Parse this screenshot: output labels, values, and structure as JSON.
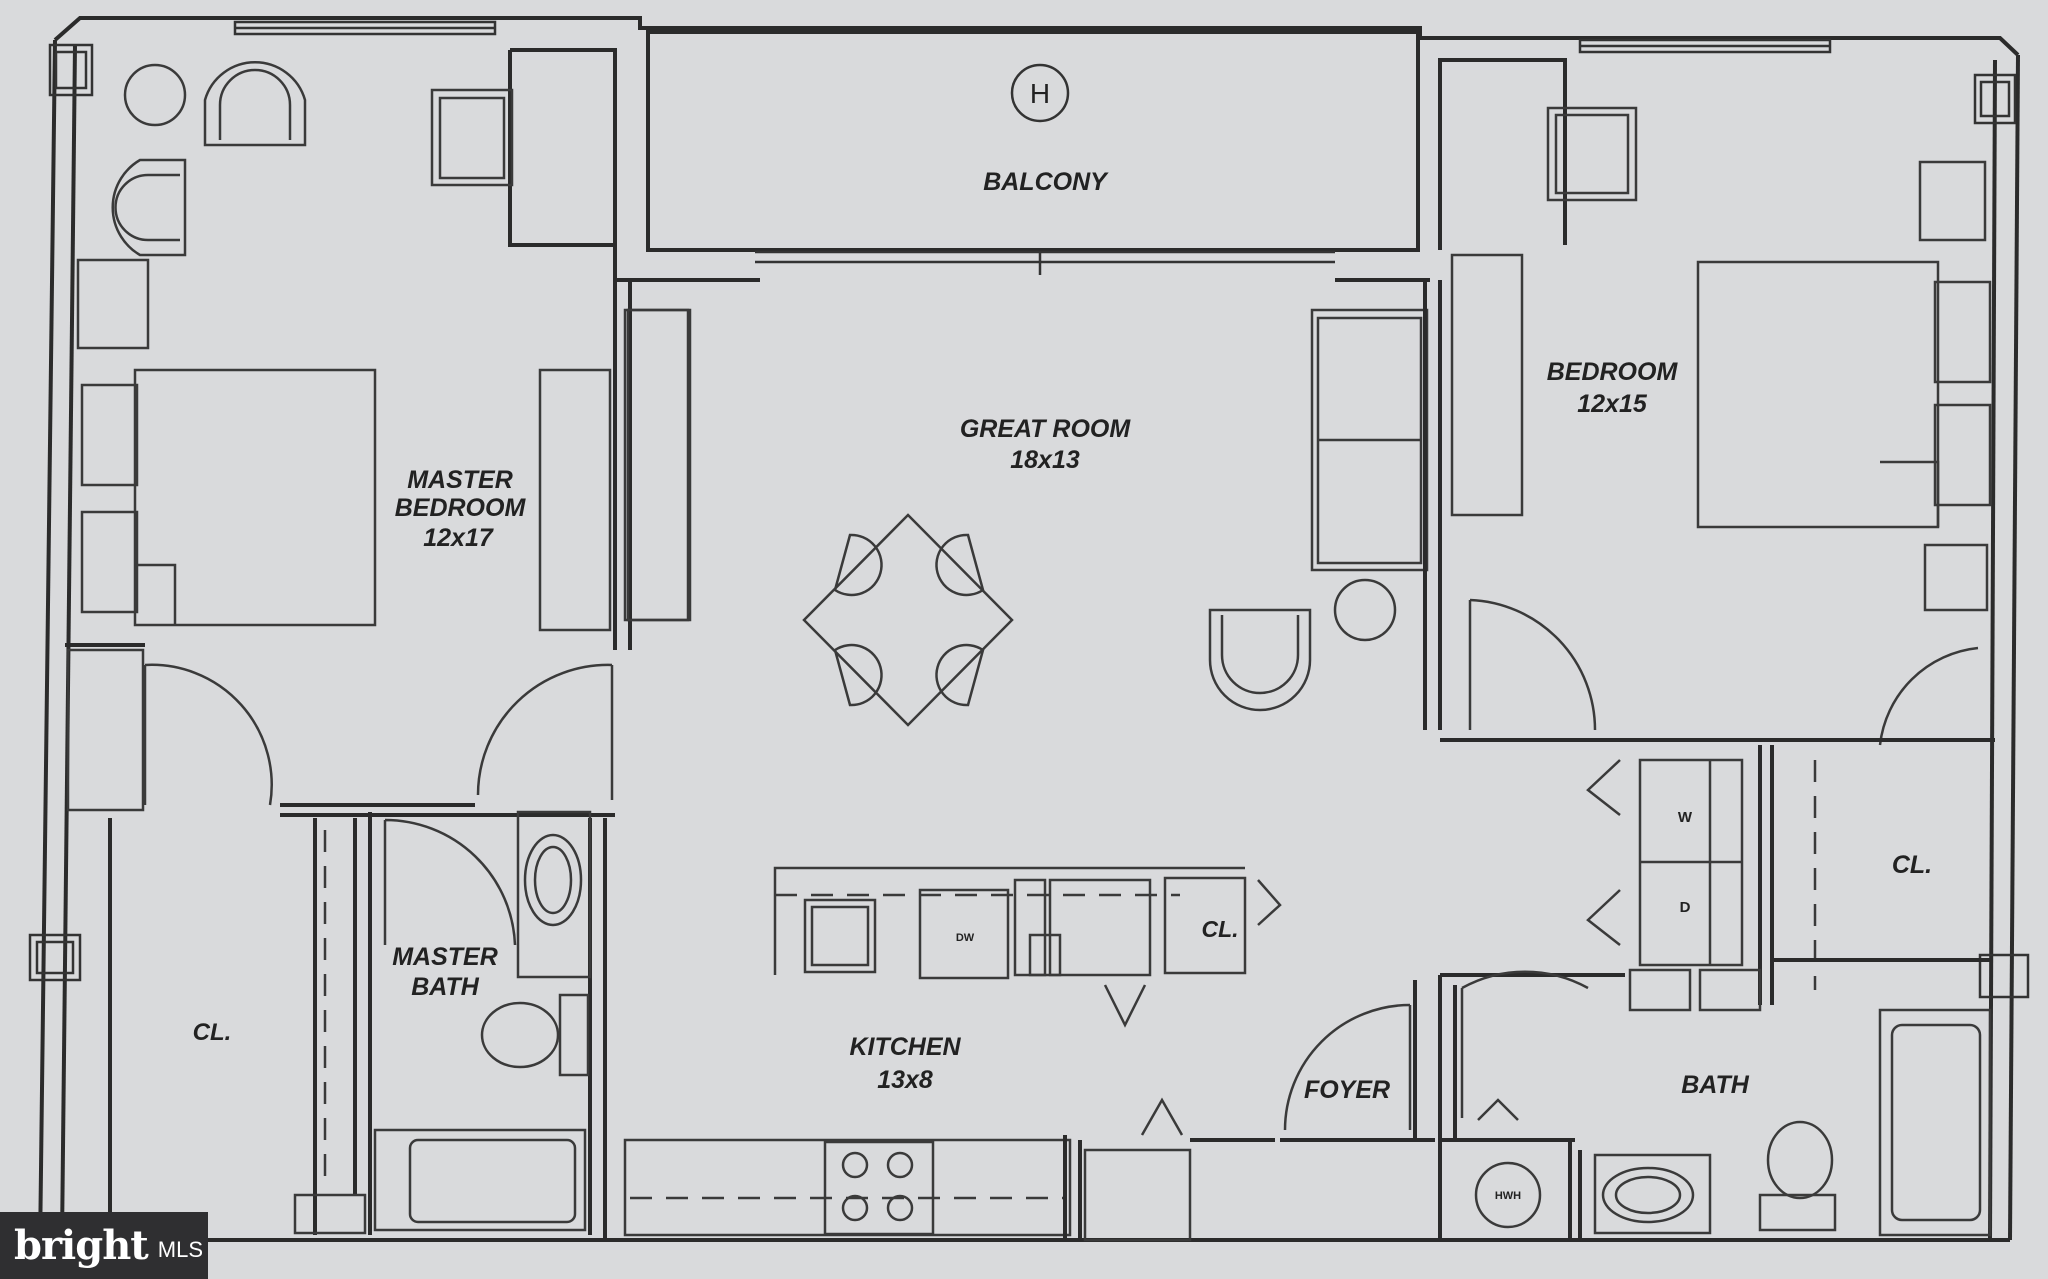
{
  "rooms": {
    "balcony": "BALCONY",
    "great_room": "GREAT ROOM",
    "great_room_size": "18x13",
    "master_bedroom_line1": "MASTER",
    "master_bedroom_line2": "BEDROOM",
    "master_bedroom_size": "12x17",
    "bedroom": "BEDROOM",
    "bedroom_size": "12x15",
    "master_bath_line1": "MASTER",
    "master_bath_line2": "BATH",
    "kitchen": "KITCHEN",
    "kitchen_size": "13x8",
    "foyer": "FOYER",
    "bath": "BATH",
    "closet_left": "CL.",
    "closet_right": "CL.",
    "closet_kitchen": "CL."
  },
  "fixtures": {
    "hydrant_mark": "H",
    "washer": "W",
    "dryer": "D",
    "dishwasher": "DW",
    "water_heater": "HWH"
  },
  "watermark": {
    "brand": "bright",
    "suffix": "MLS"
  },
  "colors": {
    "paper": "#d9dadc",
    "ink": "#2b2b2b"
  }
}
